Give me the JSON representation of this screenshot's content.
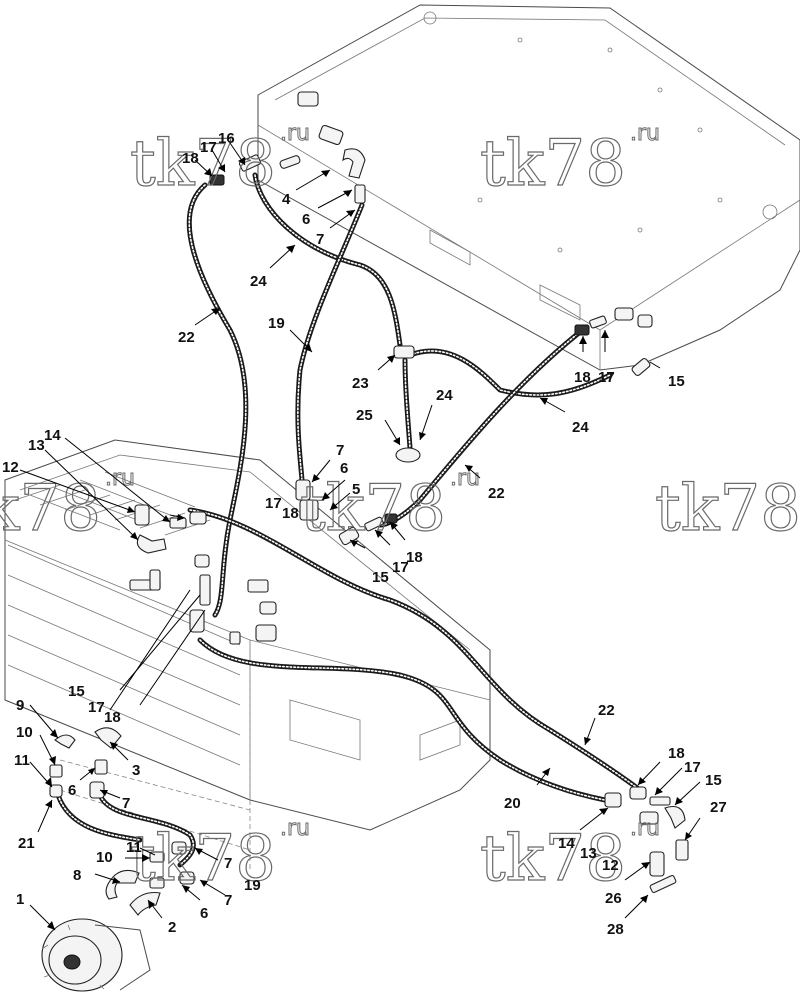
{
  "watermark": {
    "main": "tk78",
    "suffix": ".ru"
  },
  "callouts": {
    "c1": "1",
    "c2": "2",
    "c3": "3",
    "c4": "4",
    "c5": "5",
    "c6a": "6",
    "c6b": "6",
    "c6c": "6",
    "c6d": "6",
    "c7a": "7",
    "c7b": "7",
    "c7c": "7",
    "c7d": "7",
    "c7e": "7",
    "c8": "8",
    "c9": "9",
    "c10a": "10",
    "c10b": "10",
    "c11a": "11",
    "c11b": "11",
    "c12a": "12",
    "c12b": "12",
    "c13a": "13",
    "c13b": "13",
    "c14a": "14",
    "c14b": "14",
    "c15a": "15",
    "c15b": "15",
    "c15c": "15",
    "c15d": "15",
    "c16": "16",
    "c17a": "17",
    "c17b": "17",
    "c17c": "17",
    "c17d": "17",
    "c17e": "17",
    "c17f": "17",
    "c18a": "18",
    "c18b": "18",
    "c18c": "18",
    "c18d": "18",
    "c18e": "18",
    "c18f": "18",
    "c19a": "19",
    "c19b": "19",
    "c20": "20",
    "c21": "21",
    "c22a": "22",
    "c22b": "22",
    "c22c": "22",
    "c23": "23",
    "c24a": "24",
    "c24b": "24",
    "c24c": "24",
    "c25": "25",
    "c26": "26",
    "c27": "27",
    "c28": "28"
  }
}
